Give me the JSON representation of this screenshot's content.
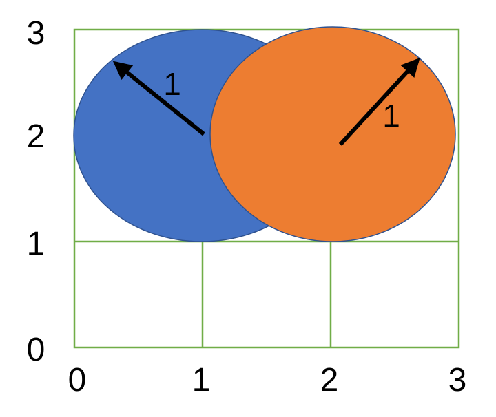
{
  "diagram": {
    "x_ticks": [
      "0",
      "1",
      "2",
      "3"
    ],
    "y_ticks": [
      "0",
      "1",
      "2",
      "3"
    ],
    "circles": [
      {
        "name": "blue-circle",
        "center": [
          1,
          2
        ],
        "radius": 1,
        "radius_label": "1",
        "fill": "#4472C4",
        "stroke": "#2F528F"
      },
      {
        "name": "orange-circle",
        "center": [
          2,
          2
        ],
        "radius": 1,
        "radius_label": "1",
        "fill": "#ED7D31",
        "stroke": "#2F528F"
      }
    ],
    "grid_color": "#70AD47",
    "arrow_color": "#000000"
  }
}
